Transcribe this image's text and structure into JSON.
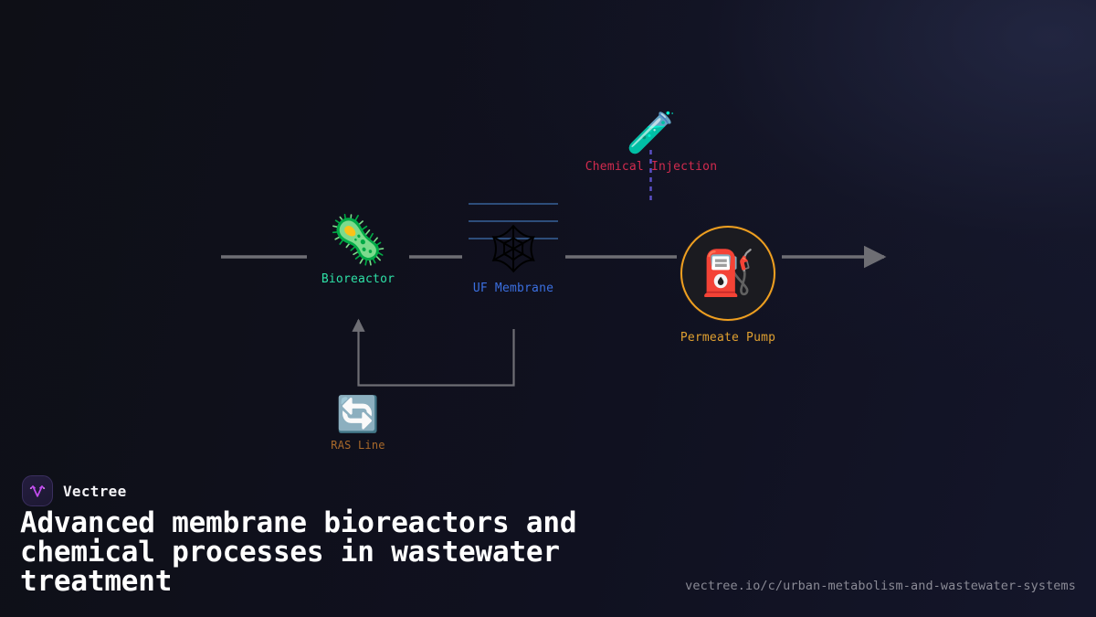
{
  "theme": {
    "background": "#0f1018",
    "accent_orange": "#f0a020",
    "accent_green": "#2ee0a6",
    "accent_blue": "#3b6fe0",
    "accent_red": "#d22b4e",
    "accent_brown": "#a9692a",
    "wire_color": "#6e6e74",
    "dashed_color": "#5a4fc4",
    "membrane_line_color": "#2d4d7a"
  },
  "diagram": {
    "nodes": [
      {
        "id": "bioreactor",
        "label": "Bioreactor",
        "icon": "microbe-icon",
        "glyph": "🦠",
        "color": "#2ee0a6"
      },
      {
        "id": "membrane",
        "label": "UF Membrane",
        "icon": "spider-web-icon",
        "glyph": "🕸",
        "color": "#3b6fe0"
      },
      {
        "id": "pump",
        "label": "Permeate Pump",
        "icon": "fuel-pump-icon",
        "glyph": "⛽",
        "color": "#e0a030"
      },
      {
        "id": "chemical",
        "label": "Chemical Injection",
        "icon": "test-tube-icon",
        "glyph": "🧪",
        "color": "#d22b4e"
      },
      {
        "id": "ras",
        "label": "RAS Line",
        "icon": "recycle-arrows-icon",
        "glyph": "🔄",
        "color": "#a9692a"
      }
    ],
    "edges": [
      {
        "id": "inlet-to-bioreactor",
        "from": "inlet",
        "to": "bioreactor",
        "style": "solid",
        "arrow": false
      },
      {
        "id": "bioreactor-to-membrane",
        "from": "bioreactor",
        "to": "membrane",
        "style": "solid",
        "arrow": false
      },
      {
        "id": "membrane-to-pump",
        "from": "membrane",
        "to": "pump",
        "style": "solid",
        "arrow": false
      },
      {
        "id": "pump-to-outlet",
        "from": "pump",
        "to": "outlet",
        "style": "solid",
        "arrow": true
      },
      {
        "id": "chemical-injection-dose",
        "from": "chemical",
        "to": "membrane",
        "style": "dashed",
        "arrow": false
      },
      {
        "id": "ras-recycle-loop",
        "from": "membrane",
        "to": "bioreactor",
        "style": "solid",
        "arrow": true
      }
    ]
  },
  "footer": {
    "brand": "Vectree",
    "brand_icon": "vectree-logo-icon",
    "headline": "Advanced membrane bioreactors and chemical processes in wastewater treatment",
    "url": "vectree.io/c/urban-metabolism-and-wastewater-systems"
  }
}
